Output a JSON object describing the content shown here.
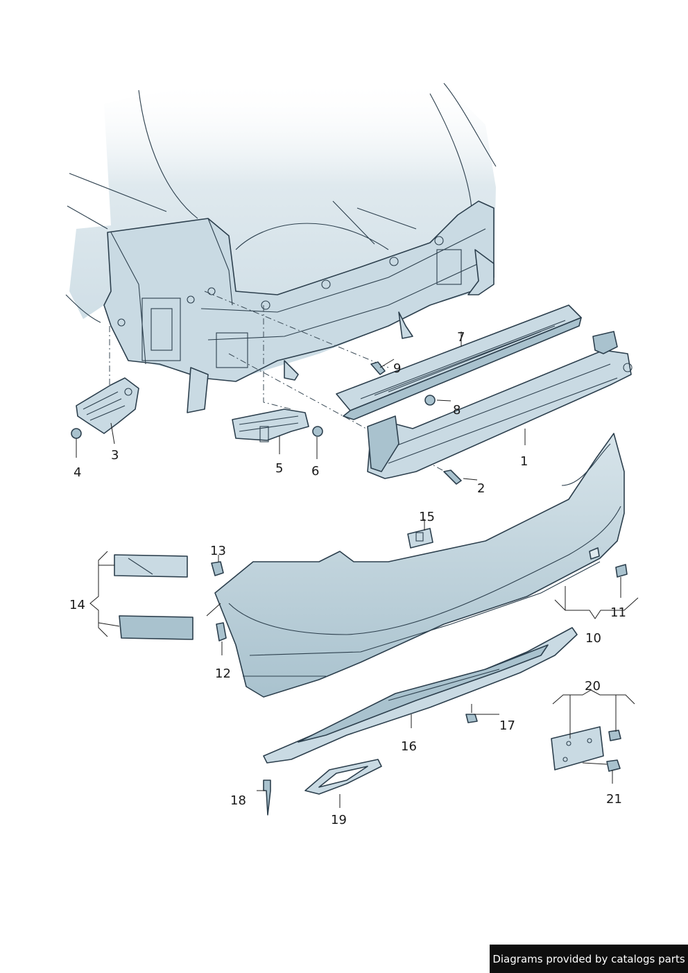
{
  "callouts": {
    "c1": "1",
    "c2": "2",
    "c3": "3",
    "c4": "4",
    "c5": "5",
    "c6": "6",
    "c7": "7",
    "c8": "8",
    "c9": "9",
    "c10": "10",
    "c11": "11",
    "c12": "12",
    "c13": "13",
    "c14": "14",
    "c15": "15",
    "c16": "16",
    "c17": "17",
    "c18": "18",
    "c19": "19",
    "c20": "20",
    "c21": "21"
  },
  "footer": {
    "credit": "Diagrams provided by catalogs parts"
  },
  "colors": {
    "part_fill": "#c9dae3",
    "part_shade": "#a9c2ce",
    "line": "#2c3f4d",
    "body_fade": "#dfe9ee",
    "badge_bg": "#0e0e0e",
    "badge_text": "#ffffff"
  }
}
